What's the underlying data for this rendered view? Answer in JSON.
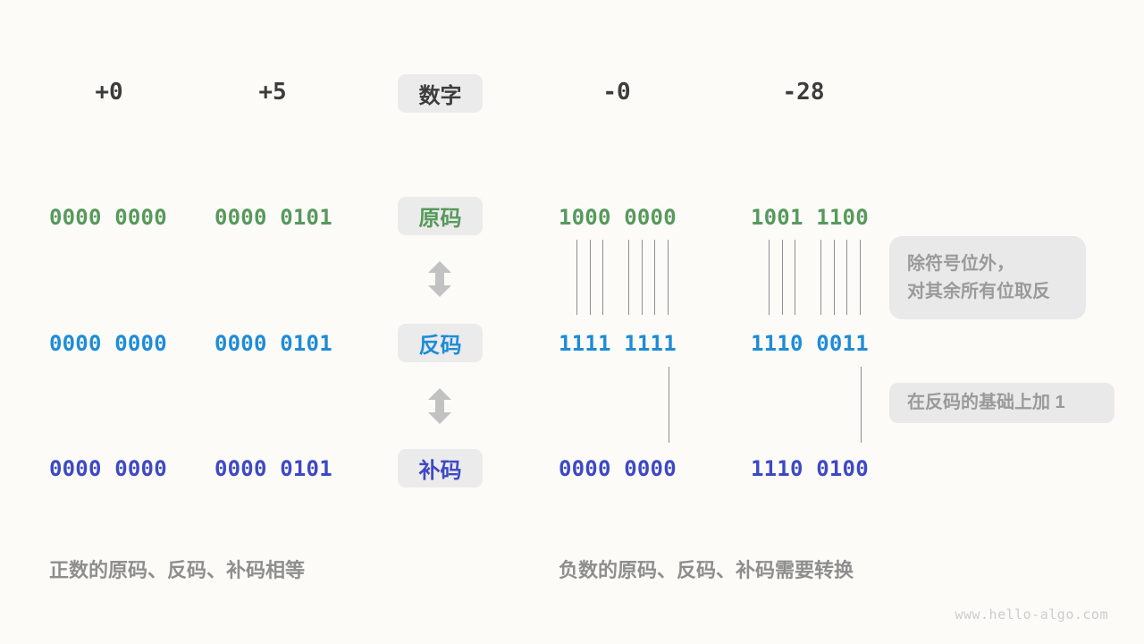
{
  "header": {
    "values": [
      "+0",
      "+5",
      "-0",
      "-28"
    ],
    "badge": "数字"
  },
  "rows": [
    {
      "id": "sign-magnitude",
      "badge": "原码",
      "values": [
        "0000 0000",
        "0000 0101",
        "1000 0000",
        "1001 1100"
      ]
    },
    {
      "id": "ones-complement",
      "badge": "反码",
      "values": [
        "0000 0000",
        "0000 0101",
        "1111 1111",
        "1110 0011"
      ]
    },
    {
      "id": "twos-complement",
      "badge": "补码",
      "values": [
        "0000 0000",
        "0000 0101",
        "0000 0000",
        "1110 0100"
      ]
    }
  ],
  "notes": {
    "flip_line1": "除符号位外，",
    "flip_line2": "对其余所有位取反",
    "add_one": "在反码的基础上加 1"
  },
  "captions": {
    "positive": "正数的原码、反码、补码相等",
    "negative": "负数的原码、反码、补码需要转换"
  },
  "watermark": "www.hello-algo.com",
  "colors": {
    "bg": "#fcfbf8",
    "ink": "#3c3c3c",
    "green": "#57995c",
    "blue": "#1e8cd6",
    "indigo": "#3d49c4",
    "gray-text": "#9a9a9a",
    "caption": "#8e8e8e",
    "badge-bg": "#ebebeb",
    "note-bg": "#e9e9e9",
    "line": "#8f8f8f",
    "arrow": "#c2c2c2",
    "watermark": "#cccccc"
  }
}
